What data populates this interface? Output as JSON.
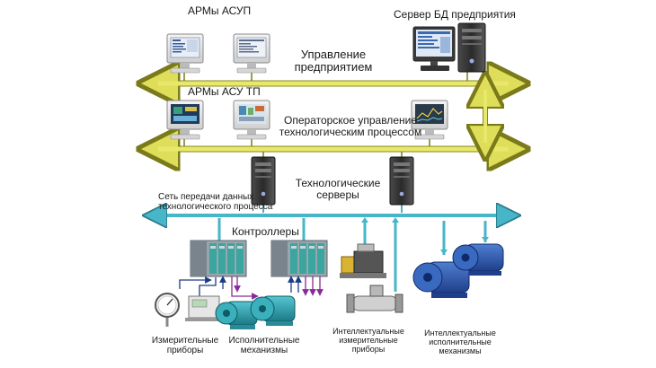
{
  "labels": {
    "arm_asup": "АРМы АСУП",
    "server_db": "Сервер БД предприятия",
    "enterprise_mgmt_1": "Управление",
    "enterprise_mgmt_2": "предприятием",
    "arm_asu_tp": "АРМы АСУ ТП",
    "operator_mgmt_1": "Операторское управление",
    "operator_mgmt_2": "технологическим процессом",
    "tech_servers_1": "Технологические",
    "tech_servers_2": "серверы",
    "network_1": "Сеть передачи данных",
    "network_2": "технологического процесса",
    "controllers": "Контроллеры",
    "meas_1": "Измерительные",
    "meas_2": "приборы",
    "exec_1": "Исполнительные",
    "exec_2": "механизмы",
    "smart_meas_1": "Интеллектуальные",
    "smart_meas_2": "измерительные",
    "smart_meas_3": "приборы",
    "smart_exec_1": "Интеллектуальные",
    "smart_exec_2": "исполнительные",
    "smart_exec_3": "механизмы"
  },
  "colors": {
    "bus_yellow": "#e8e86a",
    "bus_yellow_stroke": "#8a8a20",
    "bus_cyan": "#46b6c8",
    "arrow_purple": "#8a2a9a",
    "arrow_blue": "#1a3a8a",
    "motor_blue": "#2f5fb0",
    "motor_cyan": "#2aa6b2"
  }
}
